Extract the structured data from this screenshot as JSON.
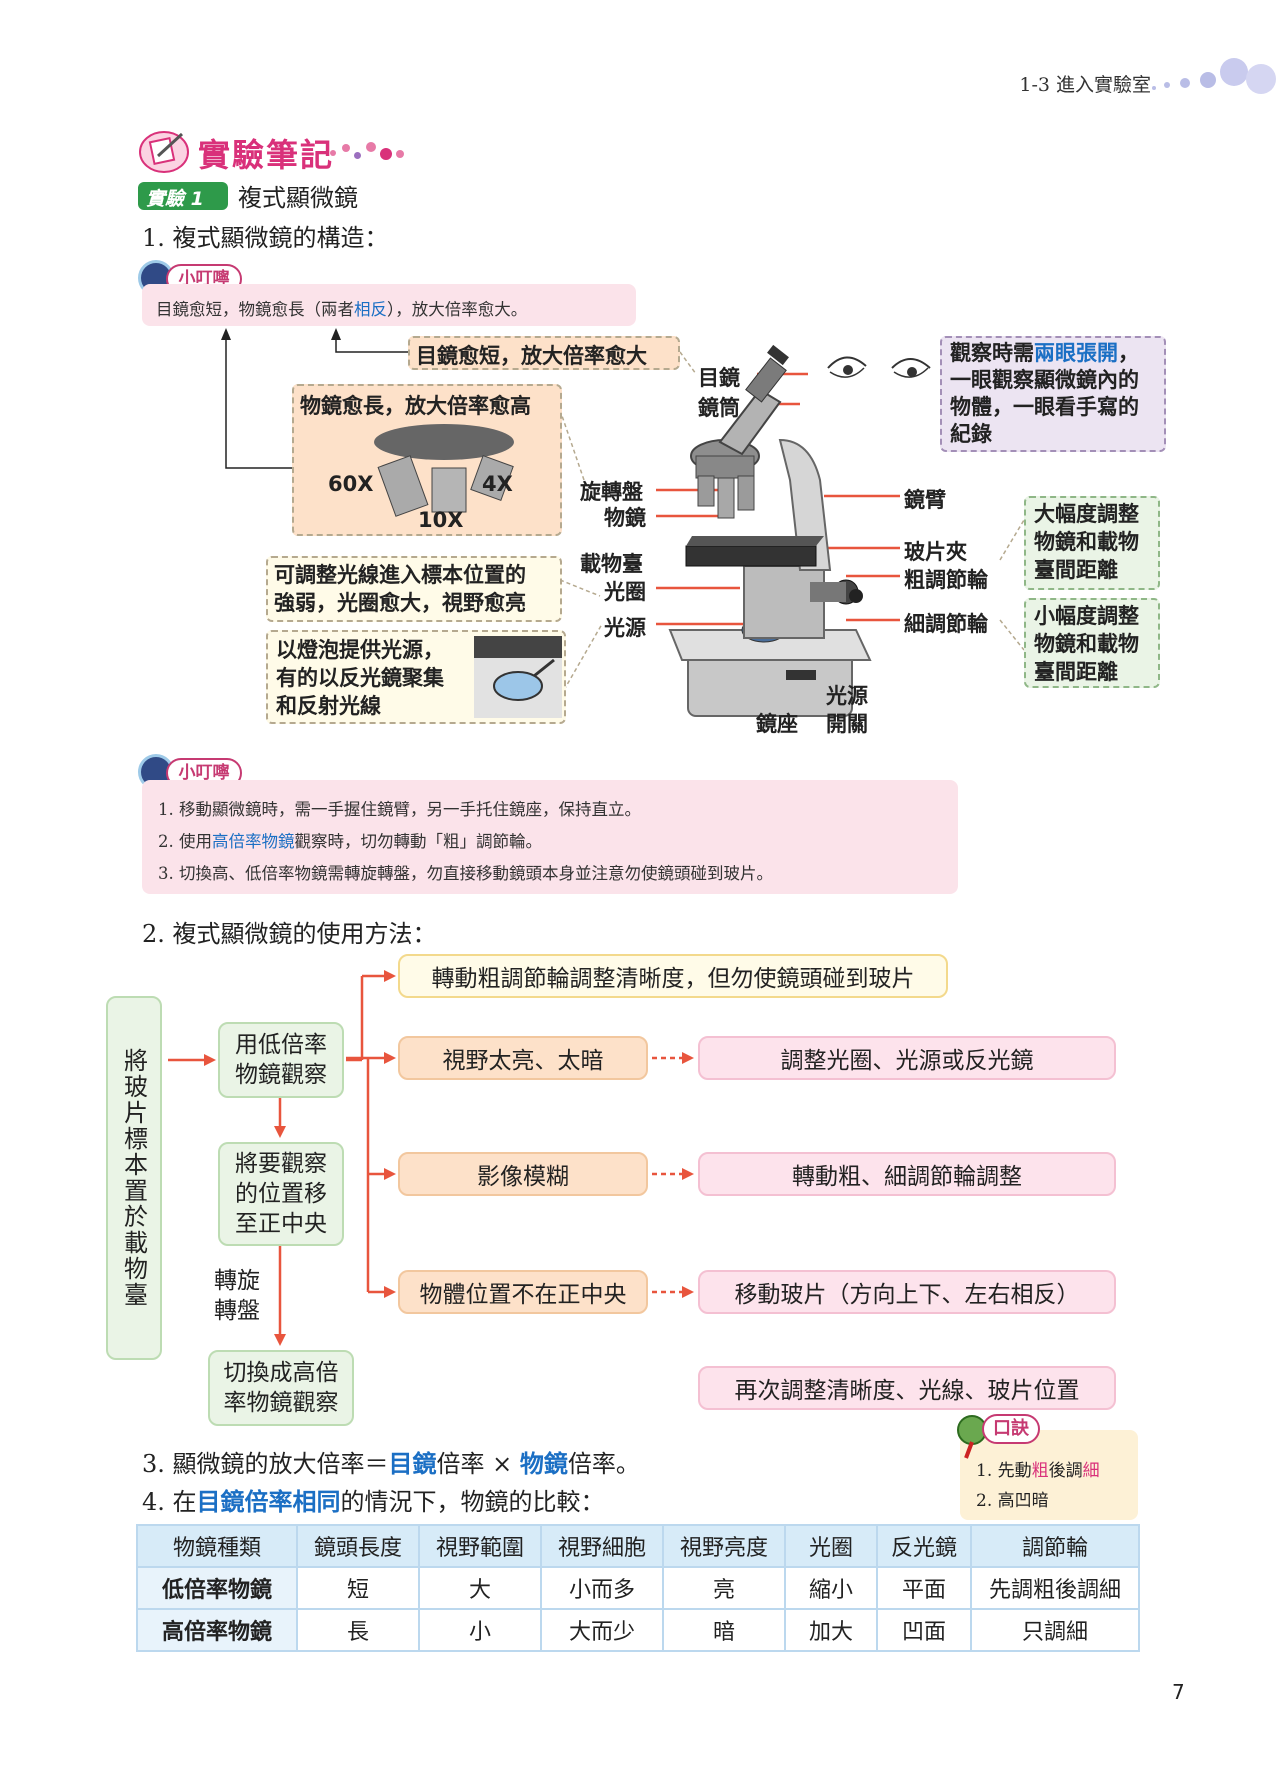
{
  "header": {
    "chapter": "1-3 進入實驗室"
  },
  "section": {
    "title": "實驗筆記"
  },
  "experiment": {
    "badge": "實驗 1",
    "title": "複式顯微鏡"
  },
  "item1": "1.  複式顯微鏡的構造：",
  "tip_label": "小叮嚀",
  "tip1": {
    "a": "目鏡愈短，物鏡愈長（兩者",
    "b": "相反",
    "c": "），放大倍率愈大。"
  },
  "diagram": {
    "eyepiece_note": "目鏡愈短，放大倍率愈大",
    "objective_note": "物鏡愈長，放大倍率愈高",
    "mag60": "60X",
    "mag4": "4X",
    "mag10": "10X",
    "diaphragm_note_1": "可調整光線進入標本位置的",
    "diaphragm_note_2": "強弱，光圈愈大，視野愈亮",
    "light_note_1": "以燈泡提供光源，",
    "light_note_2": "有的以反光鏡聚集",
    "light_note_3": "和反射光線",
    "eye_note_1a": "觀察時需",
    "eye_note_1b": "兩眼張開",
    "eye_note_1c": "，",
    "eye_note_2": "一眼觀察顯微鏡內的",
    "eye_note_3": "物體，一眼看手寫的",
    "eye_note_4": "紀錄",
    "coarse_note_1": "大幅度調整",
    "coarse_note_2": "物鏡和載物",
    "coarse_note_3": "臺間距離",
    "fine_note_1": "小幅度調整",
    "fine_note_2": "物鏡和載物",
    "fine_note_3": "臺間距離",
    "labels": {
      "eyepiece": "目鏡",
      "tube": "鏡筒",
      "nosepiece": "旋轉盤",
      "objective": "物鏡",
      "stage": "載物臺",
      "diaphragm": "光圈",
      "light": "光源",
      "arm": "鏡臂",
      "clip": "玻片夾",
      "coarse": "粗調節輪",
      "fine": "細調節輪",
      "base": "鏡座",
      "switch_1": "光源",
      "switch_2": "開關"
    }
  },
  "tip2": {
    "l1": "1. 移動顯微鏡時，需一手握住鏡臂，另一手托住鏡座，保持直立。",
    "l2a": "2. 使用",
    "l2b": "高倍率物鏡",
    "l2c": "觀察時，切勿轉動「粗」調節輪。",
    "l3": "3. 切換高、低倍率物鏡需轉旋轉盤，勿直接移動鏡頭本身並注意勿使鏡頭碰到玻片。"
  },
  "item2": "2.  複式顯微鏡的使用方法：",
  "flow": {
    "start": "將玻片標本置於載物臺",
    "step1_a": "用低倍率",
    "step1_b": "物鏡觀察",
    "step2_a": "將要觀察",
    "step2_b": "的位置移",
    "step2_c": "至正中央",
    "rotate_a": "轉旋",
    "rotate_b": "轉盤",
    "step3_a": "切換成高倍",
    "step3_b": "率物鏡觀察",
    "b1": "轉動粗調節輪調整清晰度，但勿使鏡頭碰到玻片",
    "c2": "視野太亮、太暗",
    "r2": "調整光圈、光源或反光鏡",
    "c3": "影像模糊",
    "r3": "轉動粗、細調節輪調整",
    "c4": "物體位置不在正中央",
    "r4": "移動玻片（方向上下、左右相反）",
    "r5": "再次調整清晰度、光線、玻片位置"
  },
  "item3": {
    "a": "3.  顯微鏡的放大倍率＝",
    "b": "目鏡",
    "c": "倍率 × ",
    "d": "物鏡",
    "e": "倍率。"
  },
  "item4": {
    "a": "4.  在",
    "b": "目鏡倍率相同",
    "c": "的情況下，物鏡的比較："
  },
  "mnemonic": {
    "label": "口訣",
    "l1a": "1. 先動",
    "l1b": "粗",
    "l1c": "後調",
    "l1d": "細",
    "l2": "2. 高凹暗"
  },
  "table": {
    "headers": [
      "物鏡種類",
      "鏡頭長度",
      "視野範圍",
      "視野細胞",
      "視野亮度",
      "光圈",
      "反光鏡",
      "調節輪"
    ],
    "rows": [
      [
        "低倍率物鏡",
        "短",
        "大",
        "小而多",
        "亮",
        "縮小",
        "平面",
        "先調粗後調細"
      ],
      [
        "高倍率物鏡",
        "長",
        "小",
        "大而少",
        "暗",
        "加大",
        "凹面",
        "只調細"
      ]
    ]
  },
  "page_number": "7"
}
